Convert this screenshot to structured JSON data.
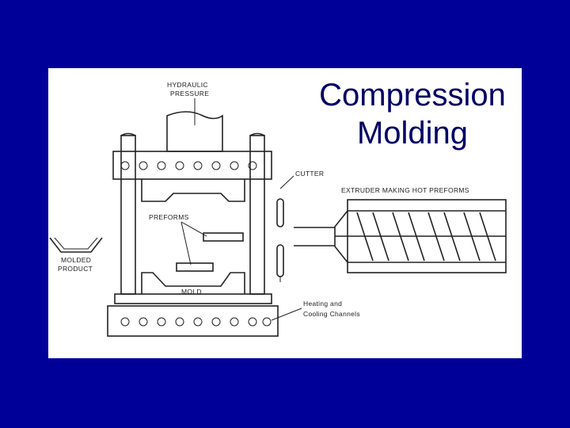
{
  "title": {
    "line1": "Compression",
    "line2": "Molding"
  },
  "labels": {
    "hydraulic_line1": "HYDRAULIC",
    "hydraulic_line2": "PRESSURE",
    "cutter": "CUTTER",
    "extruder": "EXTRUDER MAKING HOT PREFORMS",
    "preforms": "PREFORMS",
    "molded_line1": "MOLDED",
    "molded_line2": "PRODUCT",
    "mold": "MOLD",
    "heating_line1": "Heating and",
    "heating_line2": "Cooling Channels"
  },
  "colors": {
    "background": "#000099",
    "panel": "#ffffff",
    "title": "#000066",
    "ink": "#222222"
  }
}
